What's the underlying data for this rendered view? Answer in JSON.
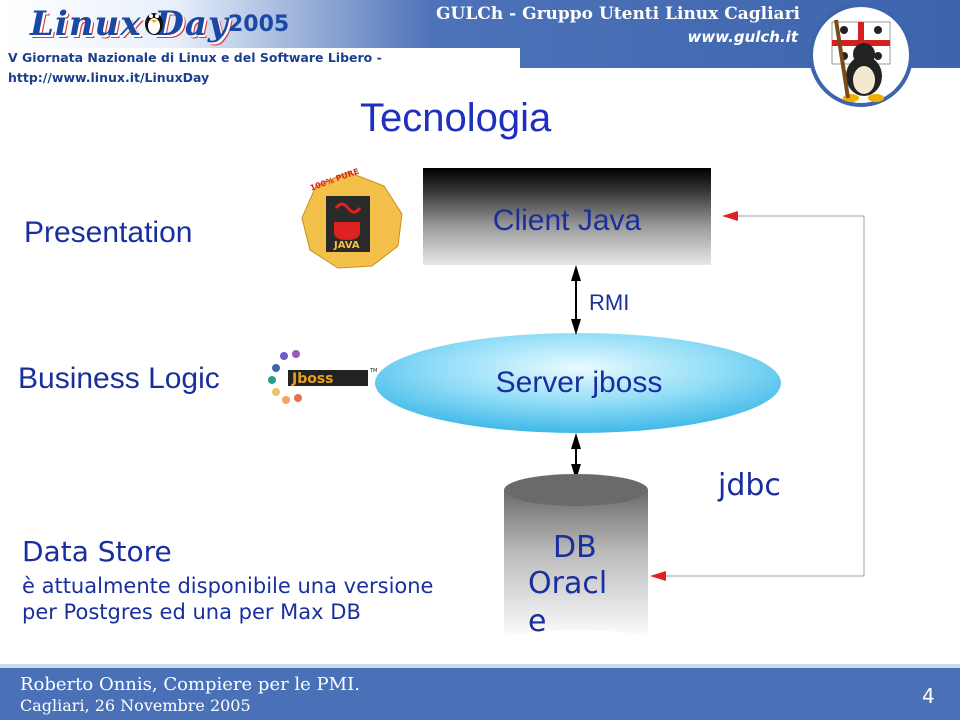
{
  "header": {
    "event_logo": "Linux Day",
    "event_year": "2005",
    "subtitle": "V Giornata Nazionale di Linux e del Software Libero  -  http://www.linux.it/LinuxDay",
    "group_name": "GULCh - Gruppo Utenti Linux Cagliari",
    "group_url": "www.gulch.it"
  },
  "slide": {
    "title": "Tecnologia"
  },
  "layers": {
    "presentation": "Presentation",
    "business_logic": "Business Logic",
    "data_store": "Data Store"
  },
  "notes": {
    "line1": "è attualmente disponibile una versione",
    "line2": "per Postgres ed una per Max DB"
  },
  "diagram": {
    "client": "Client Java",
    "rmi": "RMI",
    "server": "Server jboss",
    "jdbc": "jdbc",
    "db_line1": "DB",
    "db_line2": "Oracl",
    "db_line3": "e"
  },
  "logos": {
    "java_text": "JAVA",
    "java_ring": "100% PURE",
    "jboss_text": "Jboss",
    "jboss_tm": "TM"
  },
  "footer": {
    "line1": "Roberto Onnis, Compiere per le PMI.",
    "line2": "Cagliari, 26 Novembre 2005",
    "page": "4"
  },
  "colors": {
    "text_blue": "#1a2f9e",
    "title_blue": "#1f2fbf",
    "banner_blue": "#4a70b8",
    "arrow_red": "#e02020",
    "ellipse_cyan": "#6fd0f4"
  }
}
